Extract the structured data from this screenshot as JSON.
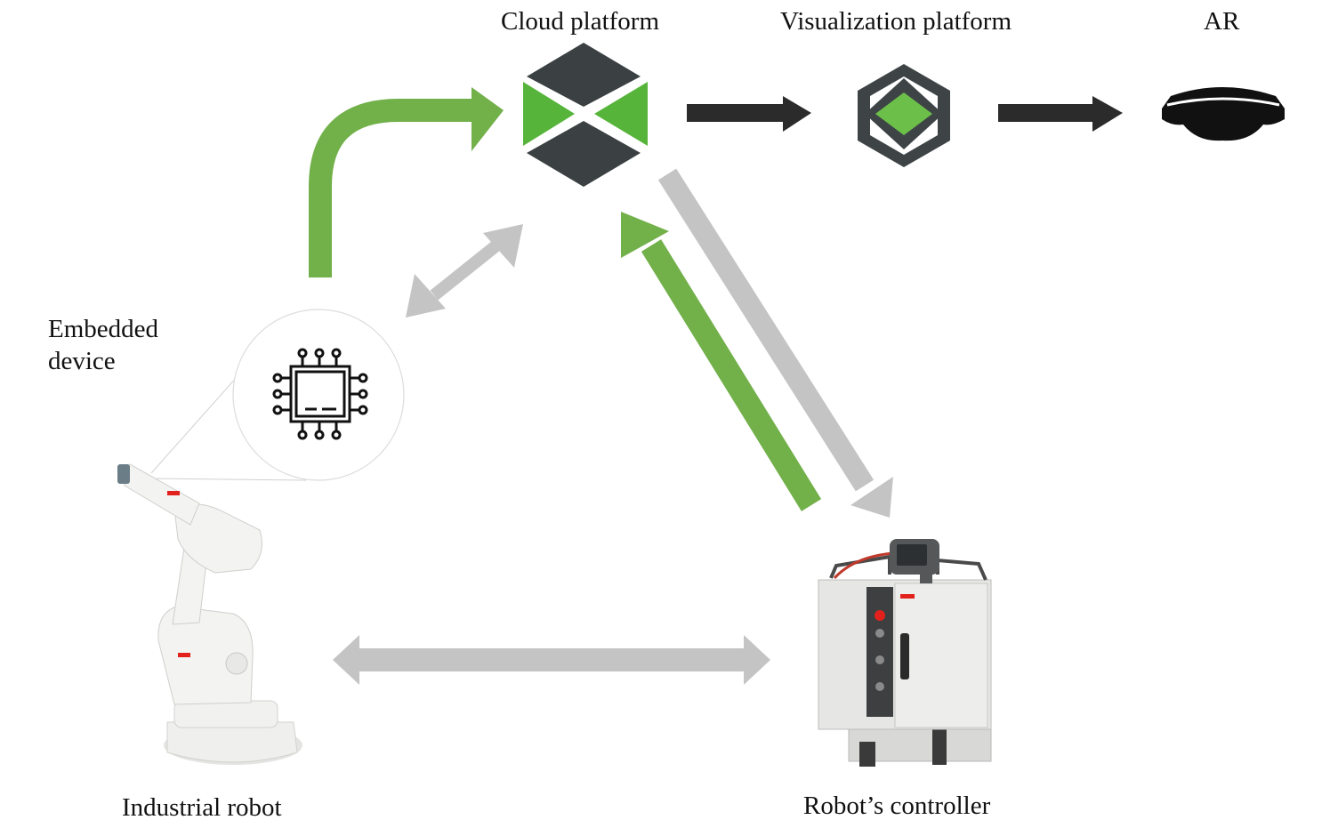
{
  "labels": {
    "cloud_platform": "Cloud platform",
    "visualization_platform": "Visualization platform",
    "ar": "AR",
    "embedded_device": "Embedded\ndevice",
    "industrial_robot": "Industrial robot",
    "robots_controller": "Robot’s controller"
  },
  "colors": {
    "green_arrow": "#72b04a",
    "grey_arrow": "#c4c4c4",
    "dark_arrow": "#2b2b2b",
    "cloud_dark": "#3b4143",
    "cloud_green": "#57b43a",
    "vis_dark": "#3e4446",
    "vis_green": "#6cc04a",
    "device_white": "#f1f1ef",
    "abb_red": "#e2211c"
  },
  "icons": {
    "cloud_platform": "cloud-platform-logo-icon",
    "visualization_platform": "visualization-platform-logo-icon",
    "ar": "ar-headset-icon",
    "embedded_device": "chip-icon",
    "industrial_robot": "industrial-robot-image",
    "robots_controller": "robot-controller-image"
  }
}
